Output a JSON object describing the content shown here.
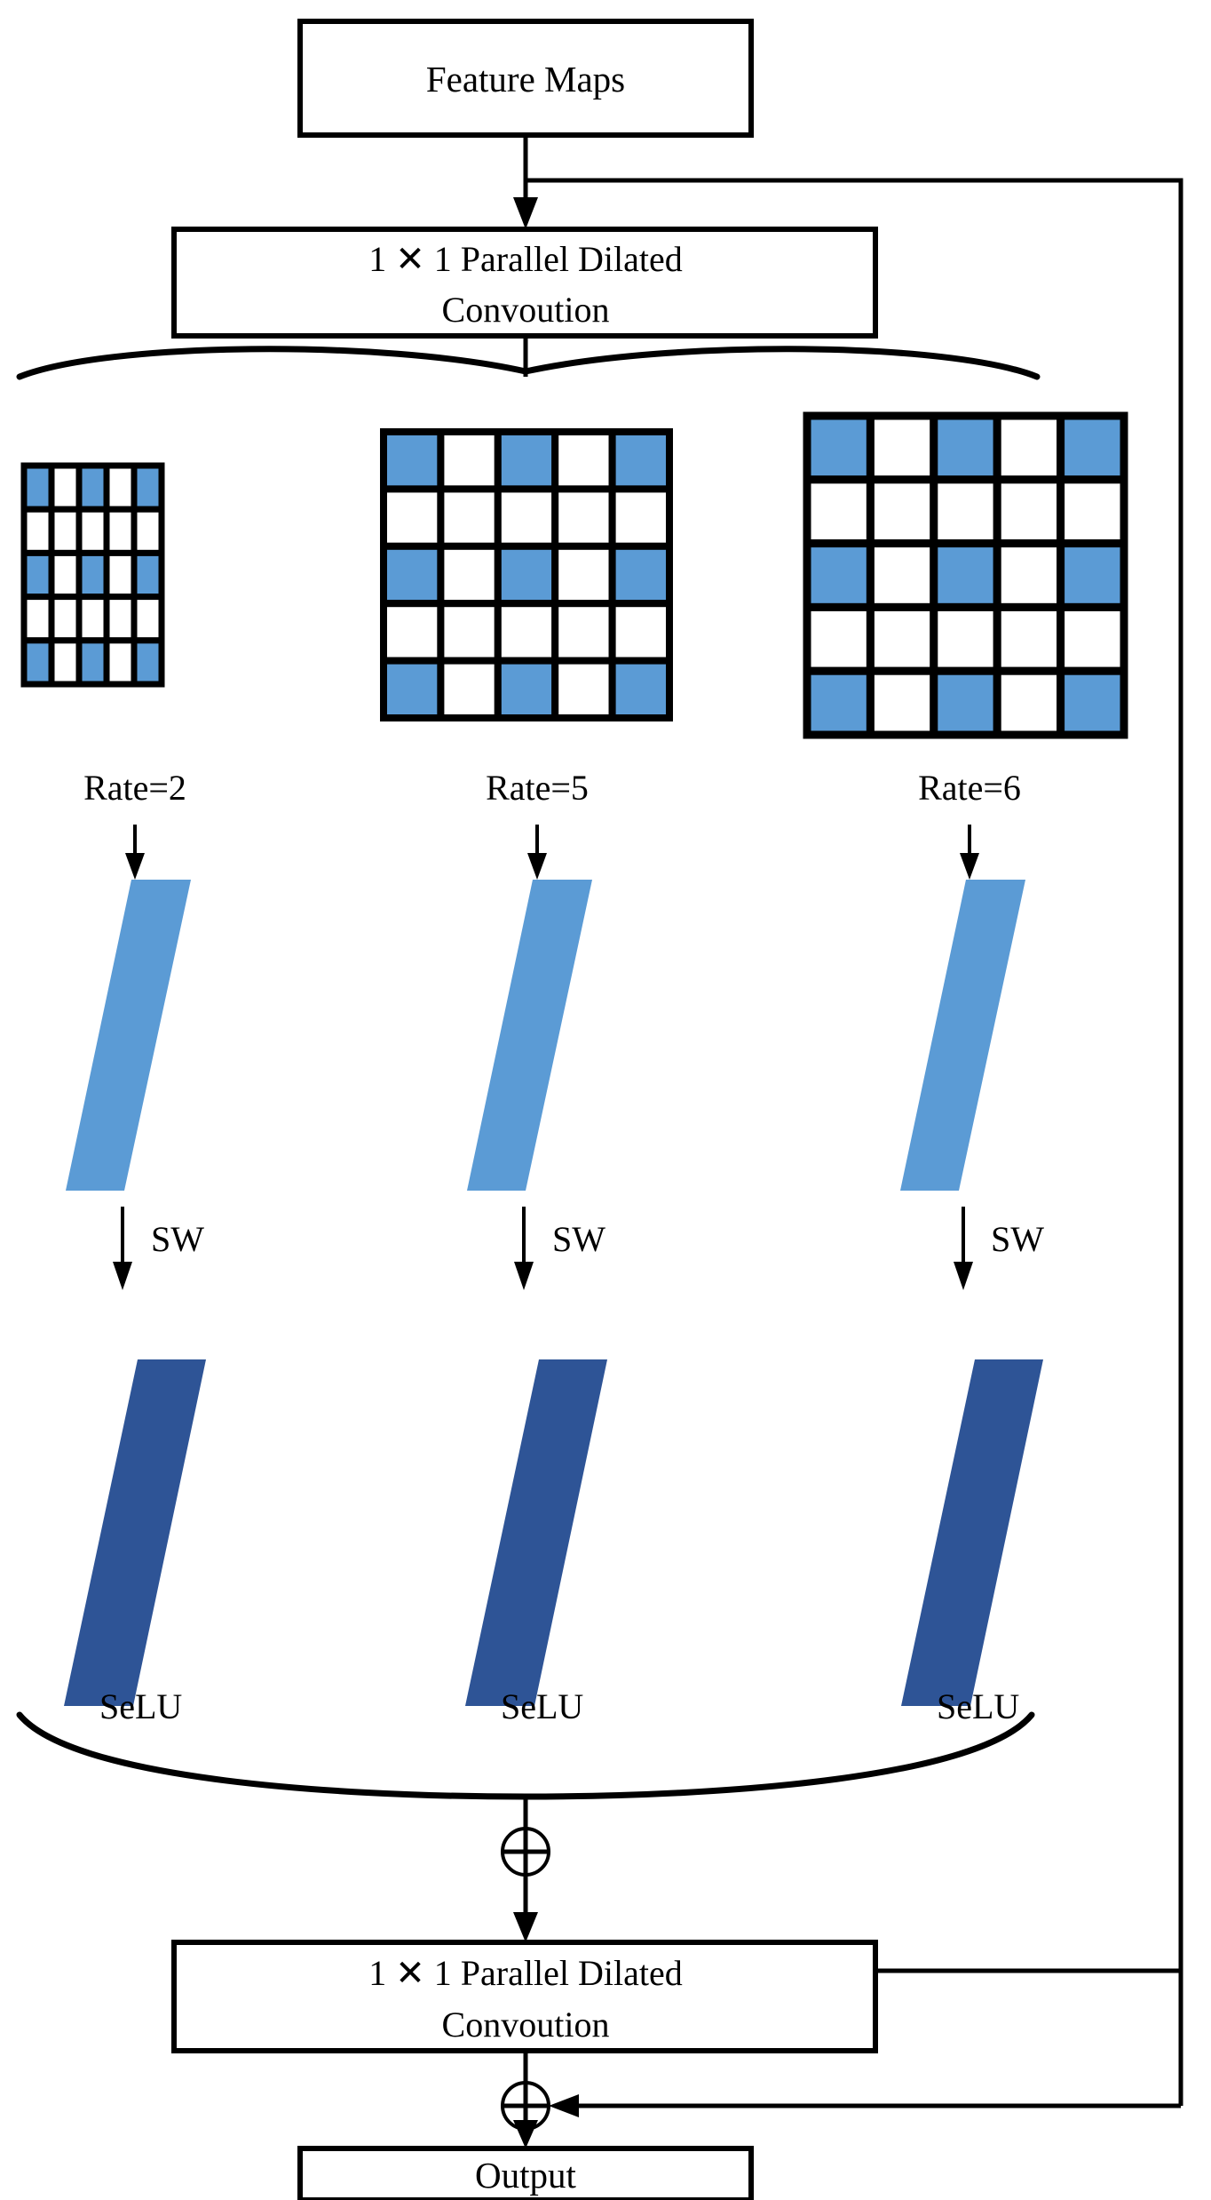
{
  "diagram": {
    "title": "Parallel Dilated Convolution Module",
    "accent_blue": "#5B9BD5",
    "dark_blue": "#2E5496",
    "stroke": "#000000",
    "background": "#FFFFFF"
  },
  "nodes": {
    "feature_maps": {
      "label": "Feature Maps"
    },
    "conv_top": {
      "line1": "1  ✕  1 Parallel Dilated",
      "line2": "Convoution"
    },
    "conv_bottom": {
      "line1": "1  ✕  1 Parallel Dilated",
      "line2": "Convoution"
    },
    "output": {
      "label": "Output"
    },
    "sum_top": {
      "symbol": "⊕"
    },
    "sum_bottom": {
      "symbol": "⊕"
    }
  },
  "branches": [
    {
      "id": "branch-1",
      "rate_label": "Rate=2",
      "sw_label": "SW",
      "selu_label": "SeLU",
      "grid": {
        "rows": 5,
        "cols": 5,
        "filled": [
          [
            1,
            0,
            1,
            0,
            1
          ],
          [
            0,
            0,
            0,
            0,
            0
          ],
          [
            1,
            0,
            1,
            0,
            1
          ],
          [
            0,
            0,
            0,
            0,
            0
          ],
          [
            1,
            0,
            1,
            0,
            1
          ]
        ]
      }
    },
    {
      "id": "branch-2",
      "rate_label": "Rate=5",
      "sw_label": "SW",
      "selu_label": "SeLU",
      "grid": {
        "rows": 5,
        "cols": 5,
        "filled": [
          [
            1,
            0,
            1,
            0,
            1
          ],
          [
            0,
            0,
            0,
            0,
            0
          ],
          [
            1,
            0,
            1,
            0,
            1
          ],
          [
            0,
            0,
            0,
            0,
            0
          ],
          [
            1,
            0,
            1,
            0,
            1
          ]
        ]
      }
    },
    {
      "id": "branch-3",
      "rate_label": "Rate=6",
      "sw_label": "SW",
      "selu_label": "SeLU",
      "grid": {
        "rows": 5,
        "cols": 5,
        "filled": [
          [
            1,
            0,
            1,
            0,
            1
          ],
          [
            0,
            0,
            0,
            0,
            0
          ],
          [
            1,
            0,
            1,
            0,
            1
          ],
          [
            0,
            0,
            0,
            0,
            0
          ],
          [
            1,
            0,
            1,
            0,
            1
          ]
        ]
      }
    }
  ],
  "connections": {
    "skip_label": "",
    "note": ""
  }
}
